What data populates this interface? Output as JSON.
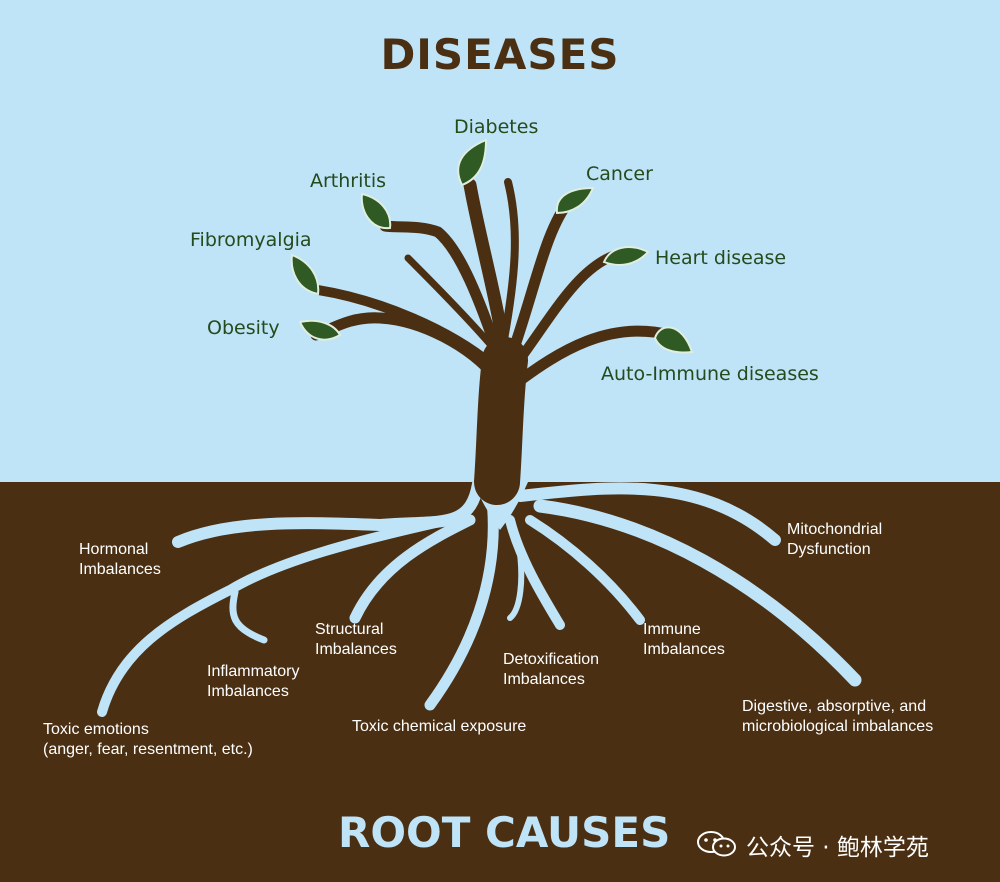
{
  "title_top": "DISEASES",
  "title_bottom": "ROOT CAUSES",
  "diseases": [
    "Diabetes",
    "Arthritis",
    "Cancer",
    "Fibromyalgia",
    "Heart disease",
    "Obesity",
    "Auto-Immune diseases"
  ],
  "root_causes": [
    {
      "lines": [
        "Hormonal",
        "Imbalances"
      ]
    },
    {
      "lines": [
        "Mitochondrial",
        "Dysfunction"
      ]
    },
    {
      "lines": [
        "Structural",
        "Imbalances"
      ]
    },
    {
      "lines": [
        "Immune",
        "Imbalances"
      ]
    },
    {
      "lines": [
        "Inflammatory",
        "Imbalances"
      ]
    },
    {
      "lines": [
        "Detoxification",
        "Imbalances"
      ]
    },
    {
      "lines": [
        "Digestive, absorptive, and",
        "microbiological imbalances"
      ]
    },
    {
      "lines": [
        "Toxic chemical exposure"
      ]
    },
    {
      "lines": [
        "Toxic emotions",
        "(anger, fear, resentment, etc.)"
      ]
    }
  ],
  "watermark": "公众号 · 鲍林学苑",
  "colors": {
    "sky": "#bfe3f7",
    "soil": "#4a2f13",
    "trunk": "#4a2f13",
    "leaf": "#2f5a23",
    "roots": "#bfe3f7",
    "disease_text": "#254a1c",
    "root_text": "#ffffff"
  },
  "icons": [
    "leaf-icon",
    "wechat-icon"
  ]
}
